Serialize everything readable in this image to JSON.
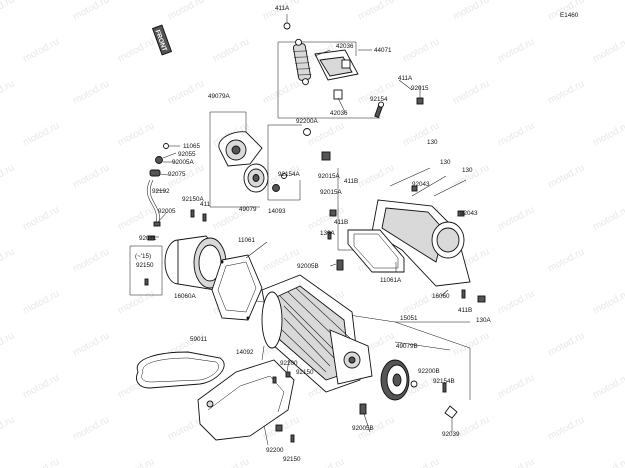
{
  "diagram_id": "E1460",
  "front_badge": "FRONT",
  "watermark_text": "motod.ru",
  "callouts": {
    "c411A_top": "411A",
    "c42036_top": "42036",
    "c44071": "44071",
    "c411A_right": "411A",
    "c92015_top": "92015",
    "c92154_top": "92154",
    "c42036_bot": "42036",
    "c49079A": "49079A",
    "c92200A": "92200A",
    "c11065": "11065",
    "c92055": "92055",
    "c92005A": "92005A",
    "c92075": "92075",
    "c92154A": "92154A",
    "c92015A": "92015A",
    "c92192": "92192",
    "c92150A": "92150A",
    "c411_left": "411",
    "c92005_left": "92005",
    "c49079": "49079",
    "c14093": "14093",
    "c92071": "92071",
    "c11061": "11061",
    "c130_a": "130",
    "c130_b": "130",
    "c130_c": "130",
    "c92043_a": "92043",
    "c92043_b": "92043",
    "c92015A_mid": "92015A",
    "c411B_top": "411B",
    "c411B_mid": "411B",
    "c130A_left": "130A",
    "c92005B_mid": "92005B",
    "c11061A": "11061A",
    "c16060": "16060",
    "c411B_right": "411B",
    "c130A_right": "130A",
    "c_15_note": "(~'15)",
    "c92150_box": "92150",
    "c16060A": "16060A",
    "c15051": "15051",
    "c49079B": "49079B",
    "c59011": "59011",
    "c14092": "14092",
    "c92200_mid": "92200",
    "c92150_mid": "92150",
    "c92200B": "92200B",
    "c92154B": "92154B",
    "c92005B_bot": "92005B",
    "c92039": "92039",
    "c92200_bot": "92200",
    "c92150_bot": "92150"
  }
}
